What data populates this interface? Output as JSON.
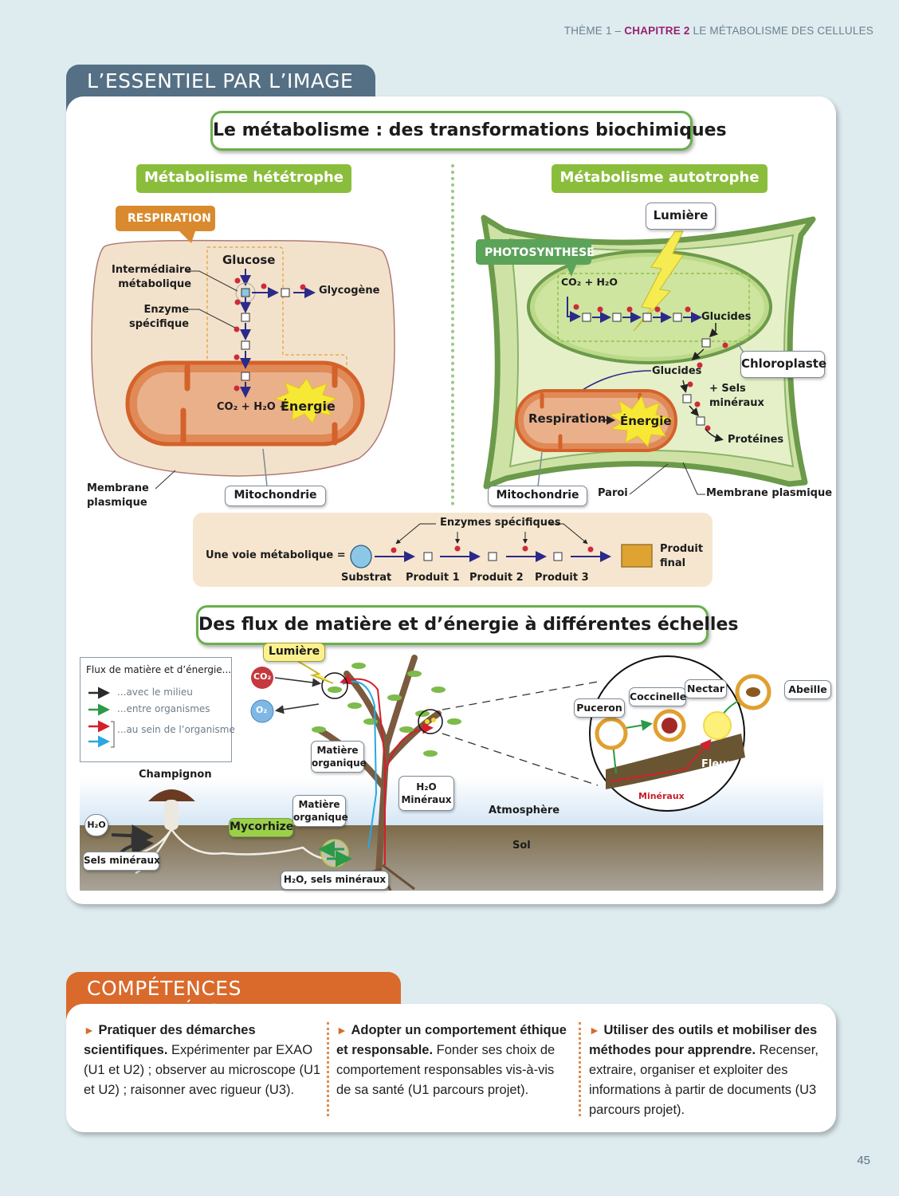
{
  "running_head": {
    "theme": "THÈME 1 – ",
    "chapter": "CHAPITRE 2",
    "title": " LE MÉTABOLISME DES CELLULES"
  },
  "section_tab": "L’ESSENTIEL PAR L’IMAGE",
  "metabolism": {
    "title": "Le métabolisme : des transformations biochimiques",
    "heterotrophe": {
      "label": "Métabolisme hététrophe",
      "process_badge": "RESPIRATION",
      "glucose": "Glucose",
      "intermediate": "Intermédiaire\nmétabolique",
      "enzyme": "Enzyme\nspécifique",
      "glycogene": "Glycogène",
      "products": "CO₂ + H₂O +",
      "energy": "Énergie",
      "membrane": "Membrane\nplasmique",
      "mitochondrie": "Mitochondrie"
    },
    "autotrophe": {
      "label": "Métabolisme autotrophe",
      "process_badge": "PHOTOSYNTHESE",
      "light": "Lumière",
      "reactants": "CO₂ + H₂O",
      "glucides_1": "Glucides",
      "glucides_2": "Glucides",
      "chloroplaste": "Chloroplaste",
      "sels": "+ Sels\nminéraux",
      "proteines": "Protéines",
      "respiration": "Respiration",
      "energy": "Énergie",
      "mitochondrie": "Mitochondrie",
      "paroi": "Paroi",
      "membrane": "Membrane plasmique"
    },
    "pathway": {
      "label": "Une voie métabolique =",
      "enzymes": "Enzymes spécifiques",
      "steps": [
        "Substrat",
        "Produit 1",
        "Produit 2",
        "Produit 3"
      ],
      "final": "Produit\nfinal"
    }
  },
  "flux": {
    "title": "Des flux de matière et d’énergie à différentes échelles",
    "legend": {
      "title": "Flux de matière et d’énergie...",
      "items": [
        {
          "label": "...avec le milieu",
          "color": "#2b2b2b"
        },
        {
          "label": "...entre organismes",
          "color": "#2a9a48"
        },
        {
          "label": "...au sein de l’organisme",
          "color": "#d41f2c"
        },
        {
          "label": "",
          "color": "#29a8e0"
        }
      ]
    },
    "light": "Lumière",
    "co2": "CO₂",
    "o2": "O₂",
    "matiere_organique_tree": "Matière\norganique",
    "h2o_mineraux": "H₂O\nMinéraux",
    "matiere_organique_root": "Matière\norganique",
    "mycorhize": "Mycorhize",
    "h2o_sels": "H₂O, sels minéraux",
    "champignon": "Champignon",
    "h2o": "H₂O",
    "sels_mineraux": "Sels minéraux",
    "atmosphere": "Atmosphère",
    "sol": "Sol",
    "zoom": {
      "puceron": "Puceron",
      "coccinelle": "Coccinelle",
      "nectar": "Nectar",
      "abeille": "Abeille",
      "fleur": "Fleur",
      "mineraux": "Minéraux"
    }
  },
  "competences": {
    "tab": "COMPÉTENCES TRAVAILLÉES",
    "columns": [
      {
        "bold": "Pratiquer des démarches scientifiques.",
        "text": " Expérimenter par EXAO (U1 et U2) ; observer au microscope (U1 et U2) ; raisonner avec rigueur (U3)."
      },
      {
        "bold": "Adopter un comportement éthique et responsable.",
        "text": " Fonder ses choix de comportement responsables vis-à-vis de sa santé (U1 parcours projet)."
      },
      {
        "bold": "Utiliser des outils et mobiliser des méthodes pour apprendre.",
        "text": " Recenser, extraire, organiser et exploiter des informations à partir de documents (U3 parcours projet)."
      }
    ]
  },
  "page_number": "45"
}
